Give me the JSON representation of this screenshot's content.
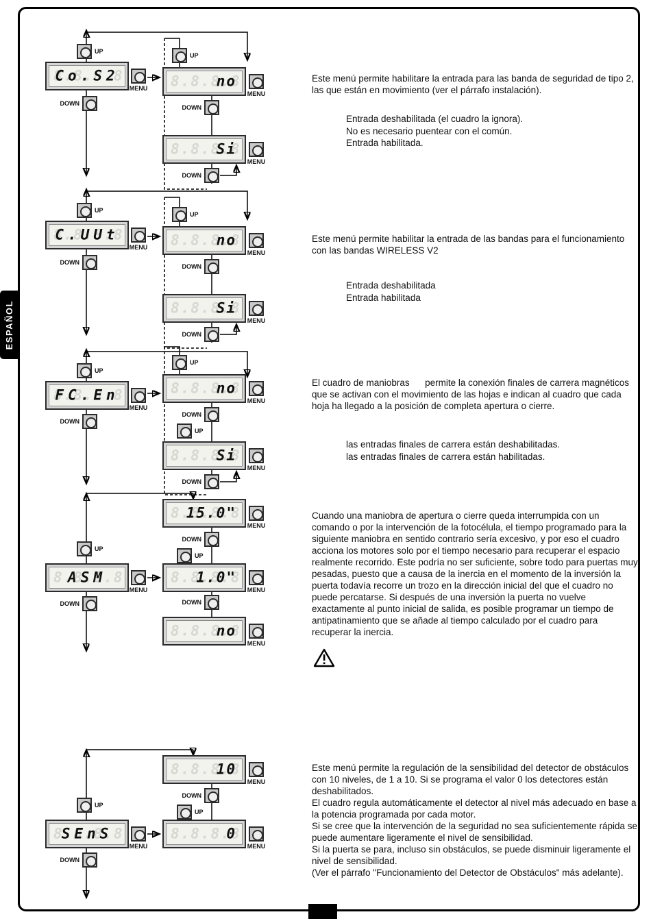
{
  "page": {
    "language_tab": "ESPAÑOL"
  },
  "controls": {
    "up": "UP",
    "down": "DOWN",
    "menu": "MENU",
    "ghost": "8.8.8.8"
  },
  "sections": [
    {
      "main_display": "Co.S2",
      "subs": [
        "no",
        "Si"
      ],
      "description": "Este menú permite habilitare la entrada para las banda de seguridad de tipo 2, las que están en movimiento (ver el párrafo instalación).",
      "options": [
        "Entrada deshabilitada (el cuadro la ignora).",
        "No es necesario puentear con el común.",
        "Entrada habilitada."
      ]
    },
    {
      "main_display": "C.UUt",
      "subs": [
        "no",
        "Si"
      ],
      "description": "Este menú permite habilitar la entrada de las bandas para el funcionamiento con las bandas WIRELESS V2",
      "options": [
        "Entrada deshabilitada",
        "Entrada habilitada"
      ]
    },
    {
      "main_display": "FC.En",
      "subs": [
        "no",
        "Si"
      ],
      "description": "El cuadro de maniobras      permite la conexión finales de carrera magnéticos que se activan con el movimiento de las hojas e indican al cuadro que cada hoja ha llegado a la posición de completa apertura o cierre.",
      "options": [
        "las entradas finales de carrera están deshabilitadas.",
        "las entradas finales de carrera están habilitadas."
      ]
    },
    {
      "main_display": "ASM",
      "subs": [
        "15.0\"",
        "1.0\"",
        "no"
      ],
      "description": "Cuando una maniobra de apertura o cierre queda interrumpida con un comando o por la intervención de la fotocélula, el tiempo programado para la siguiente maniobra en sentido contrario sería excesivo, y por eso el cuadro acciona los motores solo por el tiempo necesario para recuperar el espacio realmente recorrido. Este podría no ser suficiente, sobre todo para puertas muy pesadas, puesto que a causa de la inercia en el momento de la inversión la puerta todavía recorre un trozo en la dirección inicial del que el cuadro no puede percatarse. Si después de una inversión la puerta no vuelve exactamente al punto inicial de salida, es posible programar un tiempo de antipatinamiento que se añade al tiempo calculado por el cuadro para recuperar la inercia.",
      "options": []
    },
    {
      "main_display": "SEnS",
      "subs": [
        "10",
        "0"
      ],
      "description": "Este menú permite la regulación de la sensibilidad del detector de obstáculos con 10 niveles, de 1 a 10. Si se programa el valor 0 los detectores están deshabilitados.\nEl cuadro regula automáticamente el detector al nivel más adecuado en base a la potencia programada por cada motor.\nSi se cree que la intervención de la seguridad no sea suficientemente rápida se puede aumentare ligeramente el nivel de sensibilidad.\nSi la puerta se para, incluso sin obstáculos, se puede disminuir ligeramente el nivel de sensibilidad.\n(Ver el párrafo \"Funcionamiento del Detector de Obstáculos\" más adelante).",
      "options": []
    }
  ]
}
